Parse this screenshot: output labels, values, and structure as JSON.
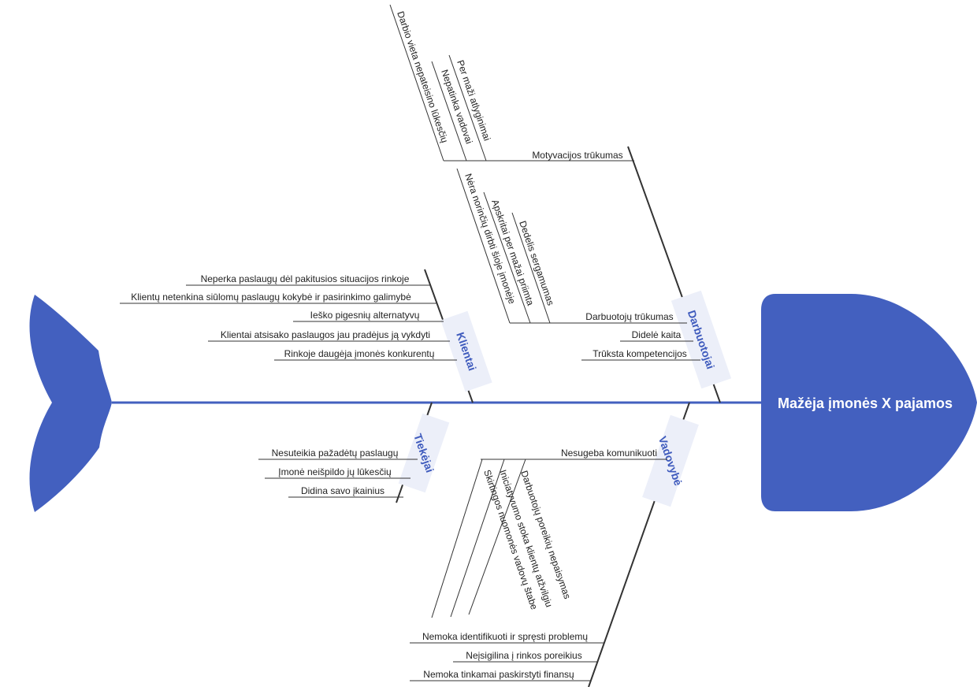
{
  "colors": {
    "fish": "#4360bf",
    "category_text": "#3f5bbd",
    "category_box": "#eceff9",
    "lines": "#333333"
  },
  "head": {
    "label": "Mažėja įmonės X pajamos"
  },
  "categories": {
    "darbuotojai": {
      "label": "Darbuotojai",
      "causes": {
        "motyvacija": {
          "label": "Motyvacijos trūkumas",
          "subs": [
            "Darbio vieta nepateisino lūkesčių",
            "Per maži atlyginimai",
            "Nepatinka vadovai"
          ]
        },
        "trukumas": {
          "label": "Darbuotojų trūkumas",
          "subs": [
            "Nėra norinčių dirbti šioje įmonėje",
            "Apskritai per mažai priimta",
            "Dedelis sergamumas"
          ]
        },
        "kaita": {
          "label": "Didelė kaita"
        },
        "kompetencijos": {
          "label": "Trūksta kompetencijos"
        }
      }
    },
    "klientai": {
      "label": "Klientai",
      "causes": [
        "Neperka paslaugų dėl pakitusios situacijos rinkoje",
        "Klientų netenkina siūlomų paslaugų kokybė ir pasirinkimo galimybė",
        "Ieško pigesnių alternatyvų",
        "Klientai atsisako paslaugos jau pradėjus ją vykdyti",
        "Rinkoje daugėja įmonės konkurentų"
      ]
    },
    "tiekejai": {
      "label": "Tiekėjai",
      "causes": [
        "Nesuteikia pažadėtų paslaugų",
        "Įmonė neišpildo jų lūkesčių",
        "Didina savo įkainius"
      ]
    },
    "vadovybe": {
      "label": "Vadovybė",
      "causes": {
        "komunikacija": {
          "label": "Nesugeba komunikuoti",
          "subs": [
            "Darbuotojų poreikių nepaisymas",
            "Iniciatyvumo stoka klientų atžvilgiu",
            "Skirtingos nuomonės vadovų štabe"
          ]
        },
        "problemos": {
          "label": "Nemoka identifikuoti ir spręsti problemų"
        },
        "rinka": {
          "label": "Neįsigilina į rinkos poreikius"
        },
        "finansai": {
          "label": "Nemoka tinkamai paskirstyti finansų"
        }
      }
    }
  }
}
